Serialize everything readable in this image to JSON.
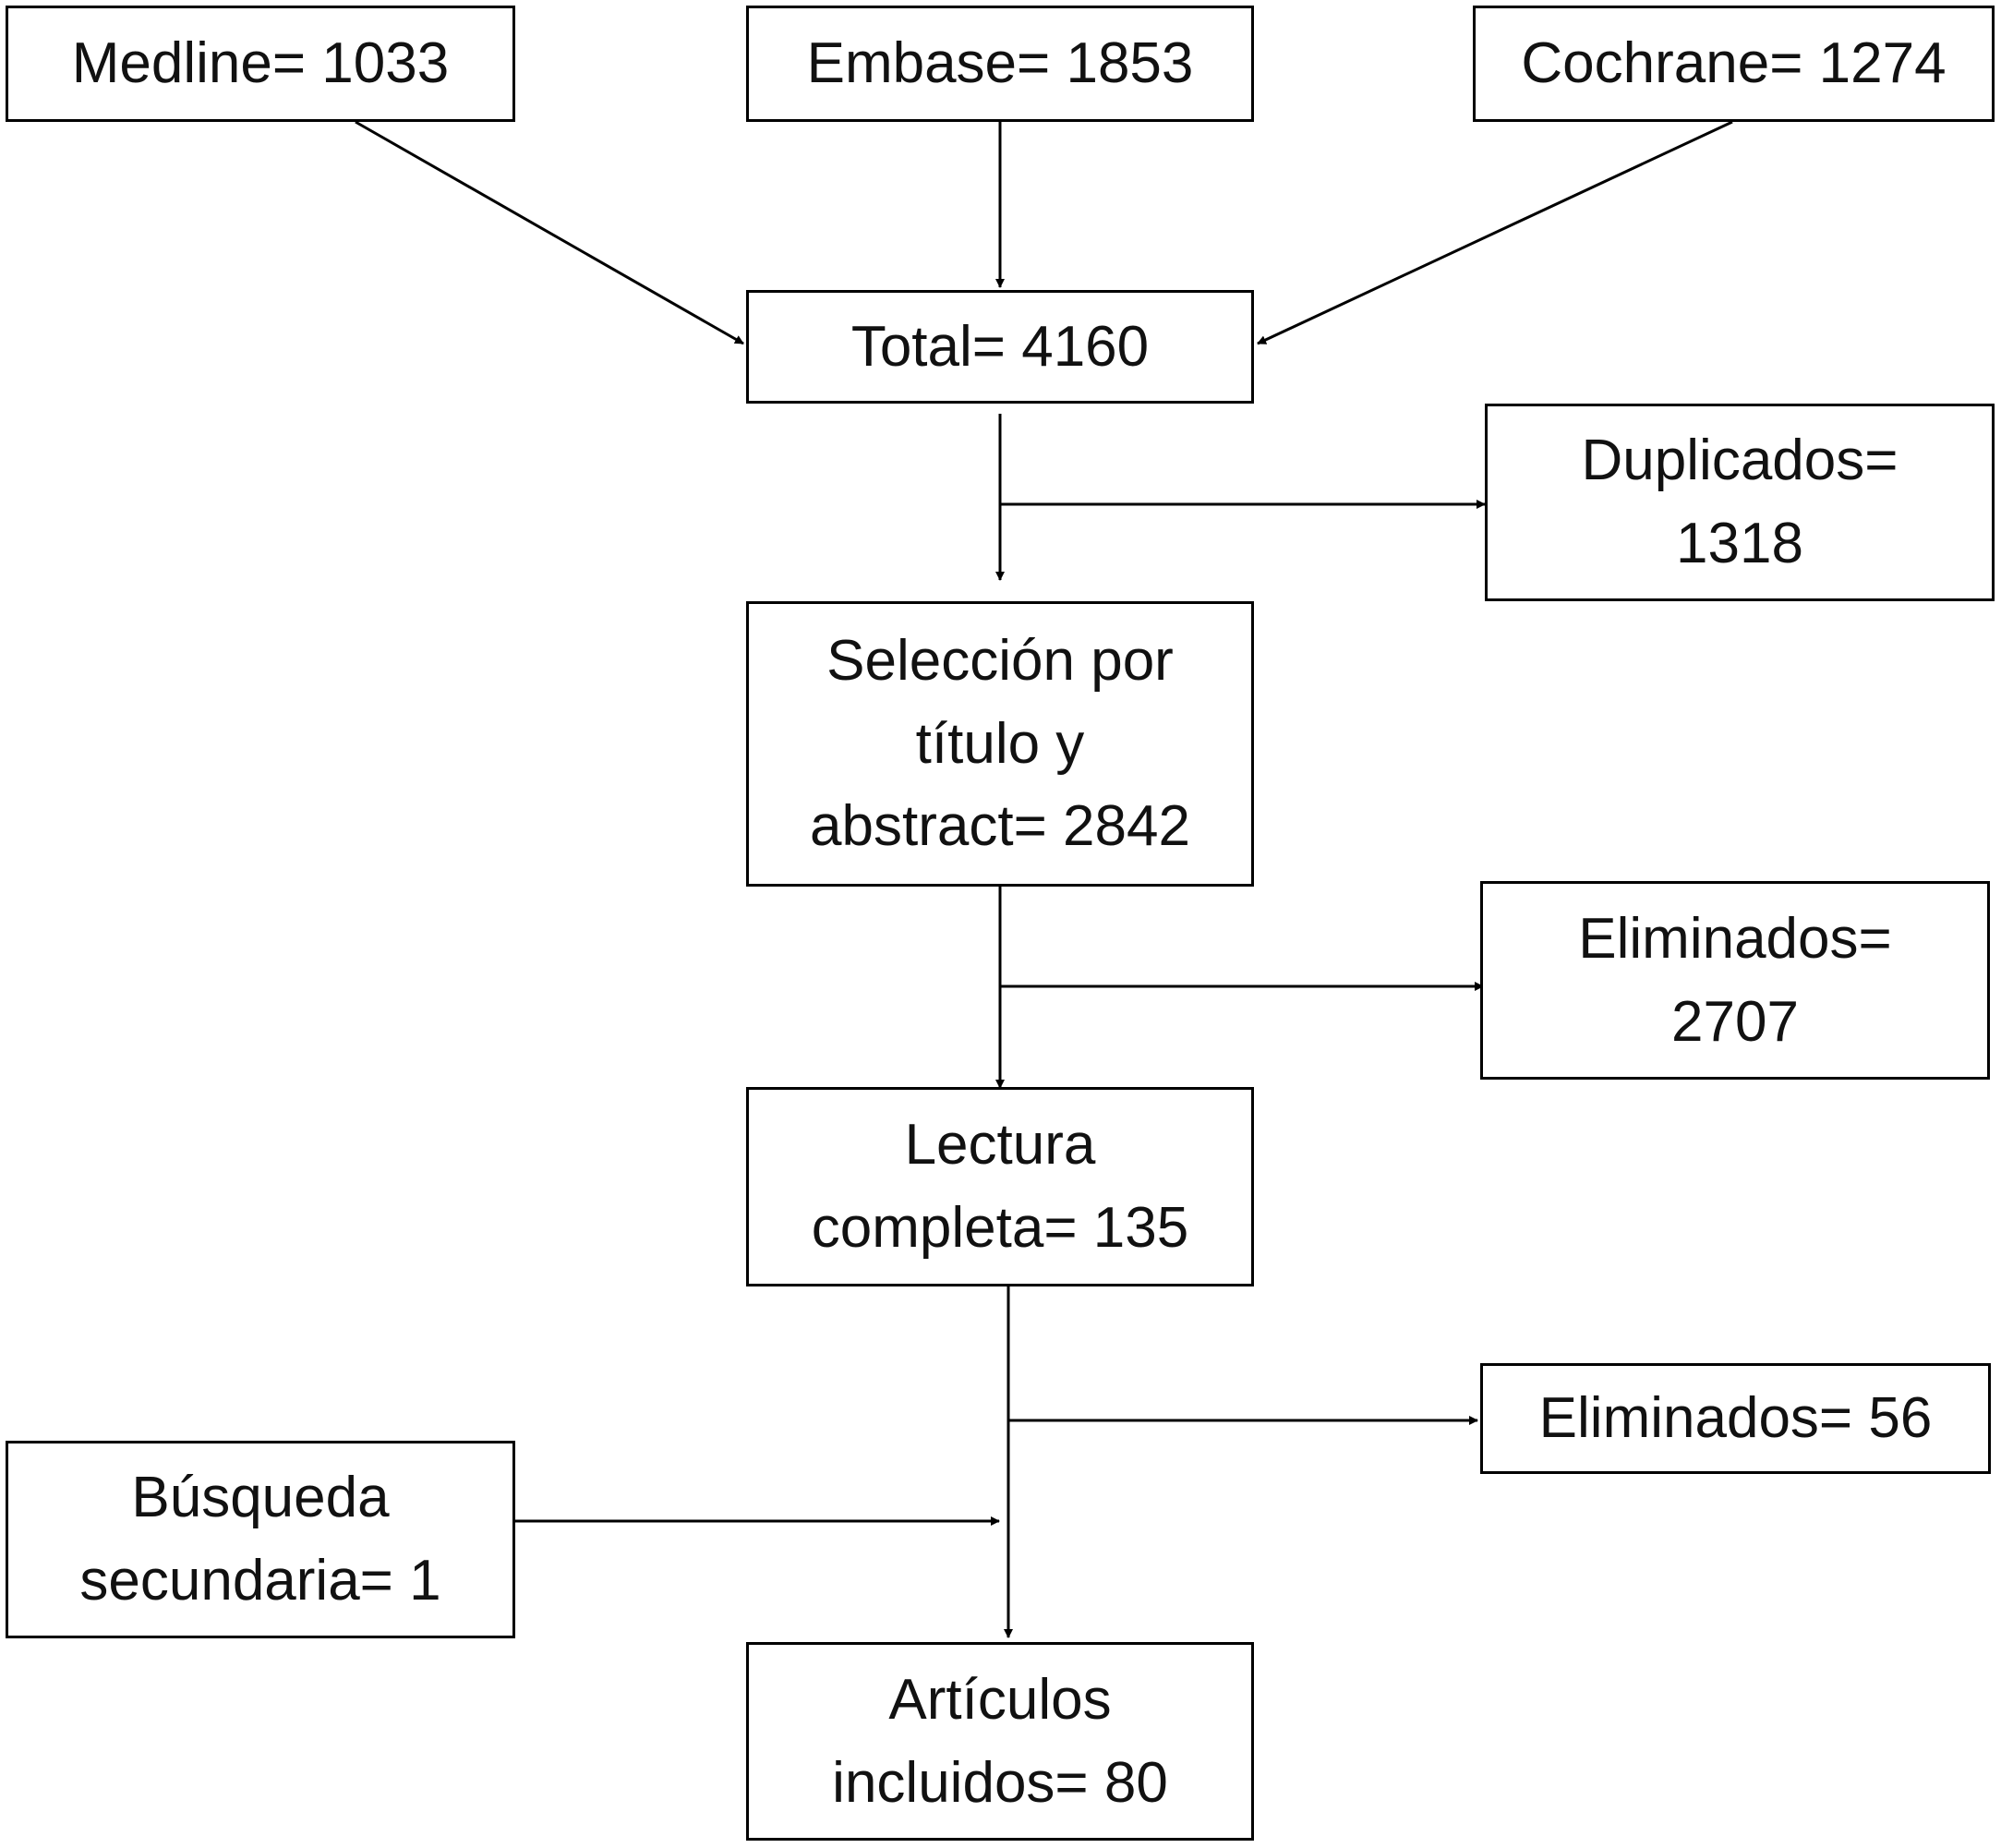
{
  "diagram": {
    "colors": {
      "stroke": "#000000",
      "text": "#111111",
      "background": "#ffffff"
    },
    "sources": {
      "medline": [
        "Medline= 1033"
      ],
      "embase": [
        "Embase= 1853"
      ],
      "cochrane": [
        "Cochrane= 1274"
      ]
    },
    "total": [
      "Total= 4160"
    ],
    "duplicates": [
      "Duplicados=",
      "1318"
    ],
    "screening": [
      "Selección por",
      "título y",
      "abstract= 2842"
    ],
    "excluded_screening": [
      "Eliminados=",
      "2707"
    ],
    "full_text": [
      "Lectura",
      "completa= 135"
    ],
    "excluded_full_text": [
      "Eliminados= 56"
    ],
    "secondary_search": [
      "Búsqueda",
      "secundaria= 1"
    ],
    "included": [
      "Artículos",
      "incluidos= 80"
    ]
  }
}
